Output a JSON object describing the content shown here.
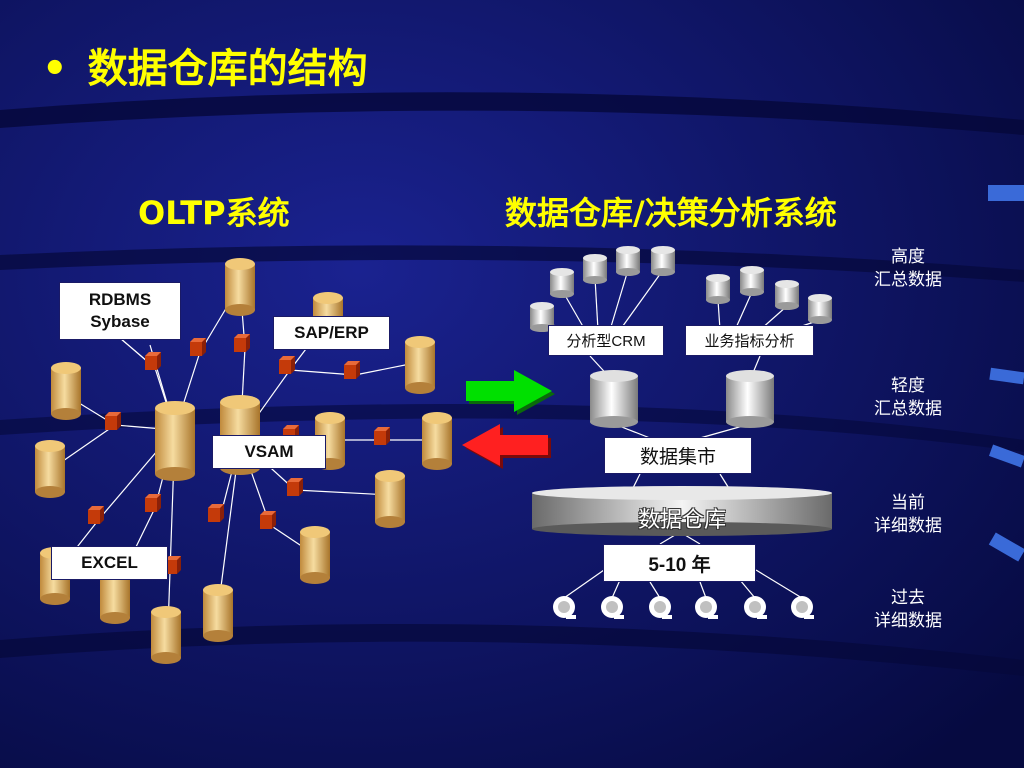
{
  "title": {
    "bullet": "•",
    "text": "数据仓库的结构"
  },
  "sections": {
    "oltp": "OLTP系统",
    "dw": "数据仓库/决策分析系统"
  },
  "oltp_labels": {
    "rdbms_line1": "RDBMS",
    "rdbms_line2": "Sybase",
    "sap": "SAP/ERP",
    "vsam": "VSAM",
    "excel": "EXCEL"
  },
  "dw_labels": {
    "crm": "分析型CRM",
    "kpi": "业务指标分析",
    "mart": "数据集市",
    "warehouse": "数据仓库",
    "years": "5-10 年"
  },
  "levels": {
    "high_1": "高度",
    "high_2": "汇总数据",
    "light_1": "轻度",
    "light_2": "汇总数据",
    "current_1": "当前",
    "current_2": "详细数据",
    "past_1": "过去",
    "past_2": "详细数据"
  },
  "colors": {
    "background": "#0a0f5a",
    "title": "#ffff00",
    "arrow_right": "#00e000",
    "arrow_left": "#ff2020",
    "cylinder": "#e8c27a",
    "node": "#c43a0a"
  }
}
